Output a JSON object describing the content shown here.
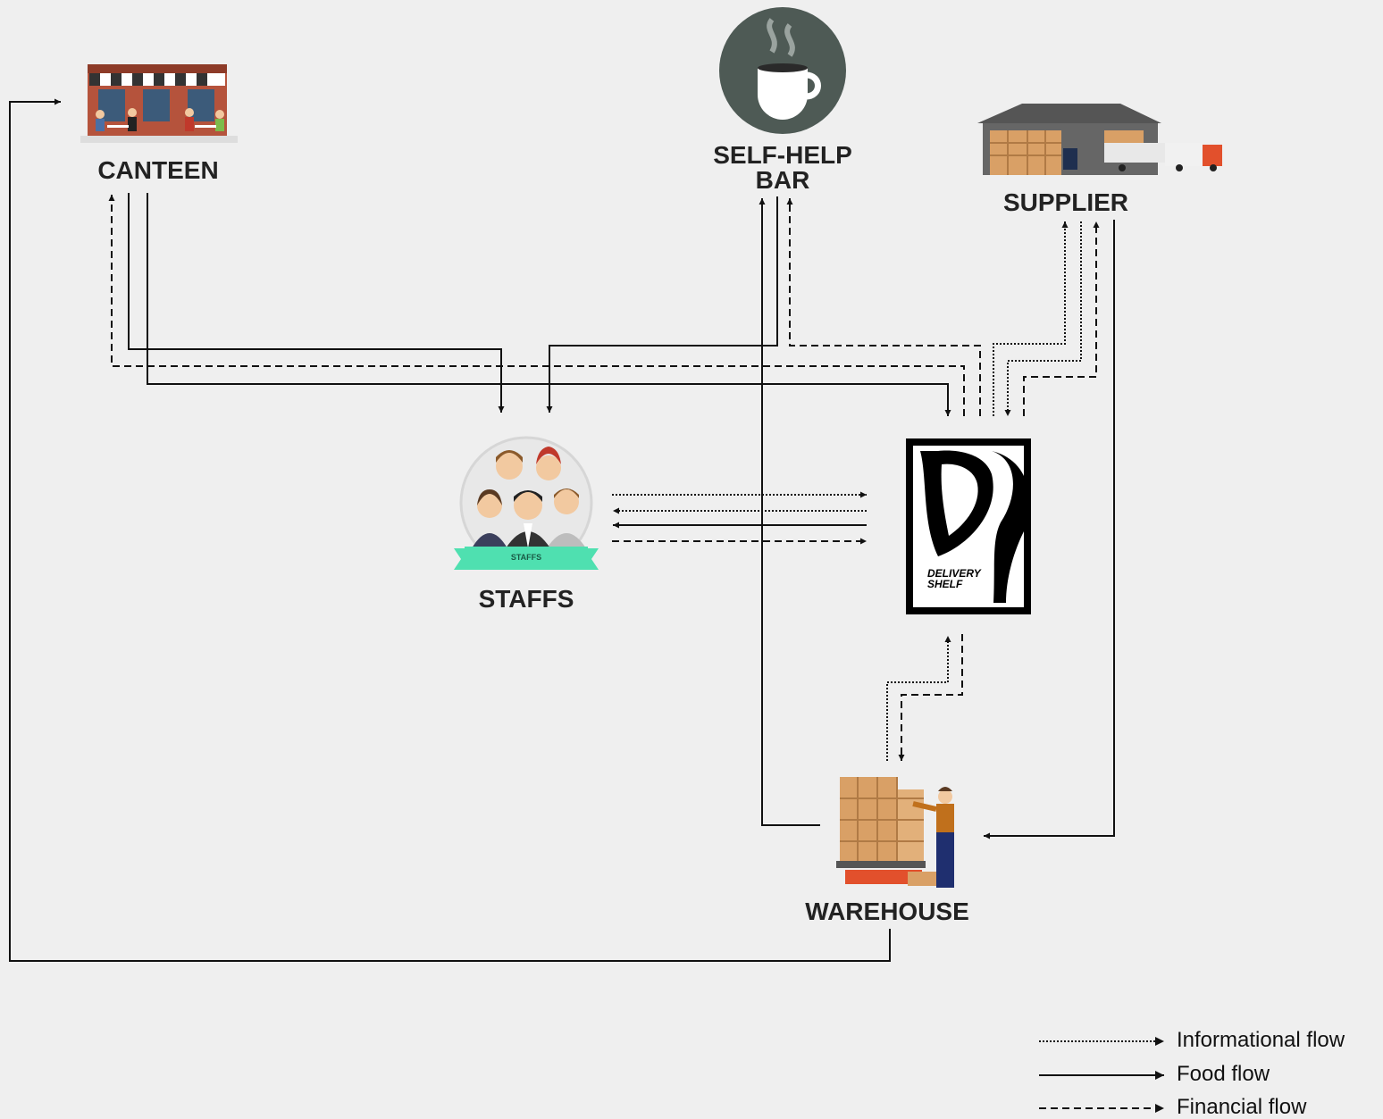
{
  "nodes": {
    "canteen": {
      "label": "CANTEEN",
      "icon": "restaurant-storefront-icon"
    },
    "self_help_bar": {
      "label_line1": "SELF-HELP",
      "label_line2": "BAR",
      "icon": "coffee-cup-icon"
    },
    "supplier": {
      "label": "SUPPLIER",
      "icon": "warehouse-truck-icon"
    },
    "staffs": {
      "label": "STAFFS",
      "banner": "STAFFS",
      "icon": "staff-group-icon"
    },
    "delivery_shelf": {
      "logo": "DS",
      "label_line1": "DELIVERY",
      "label_line2": "SHELF",
      "icon": "delivery-shelf-logo"
    },
    "warehouse": {
      "label": "WAREHOUSE",
      "icon": "warehouse-worker-icon"
    }
  },
  "legend": {
    "informational": "Informational flow",
    "food": "Food flow",
    "financial": "Financial flow"
  },
  "colors": {
    "background": "#efefef",
    "line": "#111111",
    "coffee_circle": "#4e5a55",
    "banner": "#4fe0b0",
    "storefront": "#b5533c",
    "truck": "#e2502c",
    "boxes": "#d9a066"
  }
}
